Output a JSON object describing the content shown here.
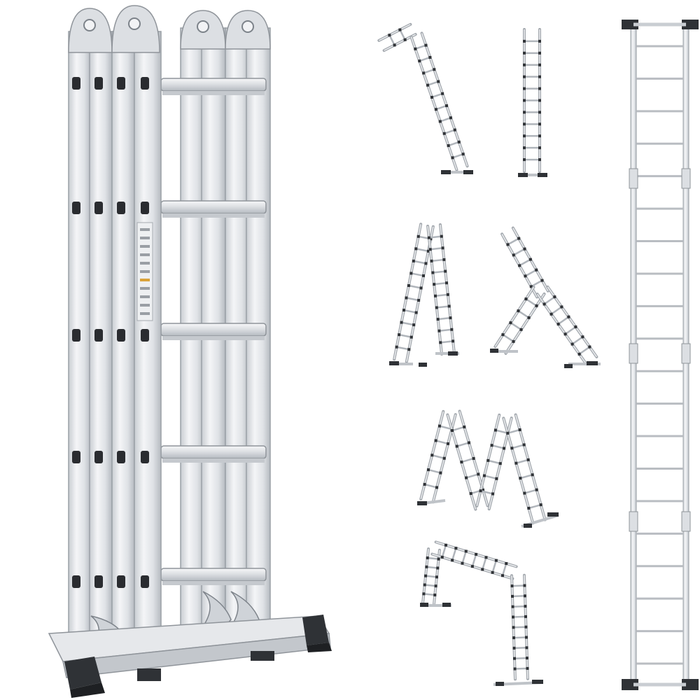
{
  "colors": {
    "background": "#ffffff",
    "aluminum": "#e4e6e9",
    "aluminum_shadow": "#b9bdc2",
    "outline": "#8f949a",
    "rubber": "#2f3236"
  },
  "main_ladder": {
    "sections": 4,
    "rungs": 5,
    "icon": "folded-multipurpose-ladder"
  },
  "configurations": [
    {
      "name": "a-frame-leaning",
      "icon": "leaning-ladder-icon"
    },
    {
      "name": "straight-folded",
      "icon": "straight-ladder-icon"
    },
    {
      "name": "a-frame",
      "icon": "a-frame-ladder-icon"
    },
    {
      "name": "a-frame-extended",
      "icon": "extended-a-frame-icon"
    },
    {
      "name": "m-shape",
      "icon": "m-shape-ladder-icon"
    },
    {
      "name": "scaffold",
      "icon": "scaffold-ladder-icon"
    }
  ],
  "extended_ladder": {
    "rungs": 20,
    "icon": "extended-straight-ladder-icon"
  }
}
